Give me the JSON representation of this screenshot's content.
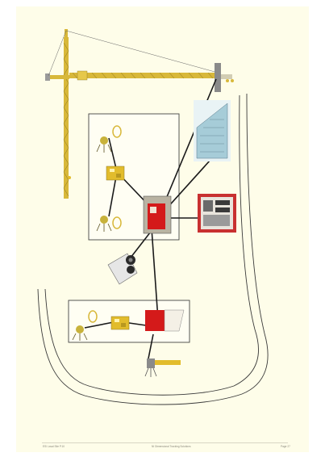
{
  "footer": {
    "left": "ESI Laval Site P.10",
    "center": "NI Dimensional Tracking Solutions",
    "right": "Page 27"
  },
  "colors": {
    "page_background": "#fefde9",
    "crane_yellow": "#d8b83a",
    "device_yellow": "#e2bc2c",
    "hub_red": "#d41a1a",
    "cable": "#1a1a1a",
    "boundary_line": "#3a3a3a"
  },
  "icons": [
    "tower-crane",
    "site-boundary",
    "tracker-on-tripod",
    "controller-box",
    "hub-cabinet",
    "electrical-cabinet",
    "building-section",
    "cable-reel",
    "survey-instrument",
    "target-sphere"
  ]
}
